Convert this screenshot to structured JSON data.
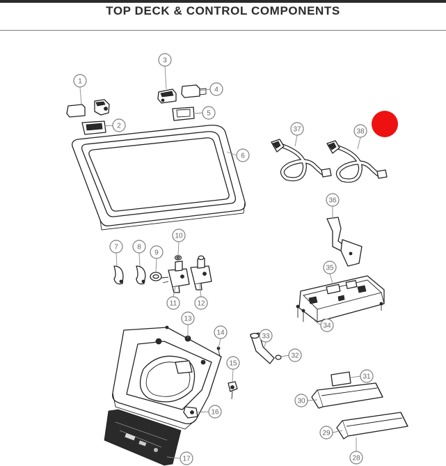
{
  "page": {
    "title": "TOP DECK & CONTROL COMPONENTS"
  },
  "colors": {
    "marker": "#ee1111",
    "rule": "#2b2b2b",
    "callout": "#7d7d7d"
  },
  "callouts": {
    "c1": "1",
    "c2": "2",
    "c3": "3",
    "c4": "4",
    "c5": "5",
    "c6": "6",
    "c7": "7",
    "c8": "8",
    "c9": "9",
    "c10": "10",
    "c11": "11",
    "c12": "12",
    "c13": "13",
    "c14": "14",
    "c15": "15",
    "c16": "16",
    "c17": "17",
    "c28": "28",
    "c29": "29",
    "c30": "30",
    "c31": "31",
    "c32": "32",
    "c33": "33",
    "c34": "34",
    "c35": "35",
    "c36": "36",
    "c37": "37",
    "c38": "38"
  }
}
